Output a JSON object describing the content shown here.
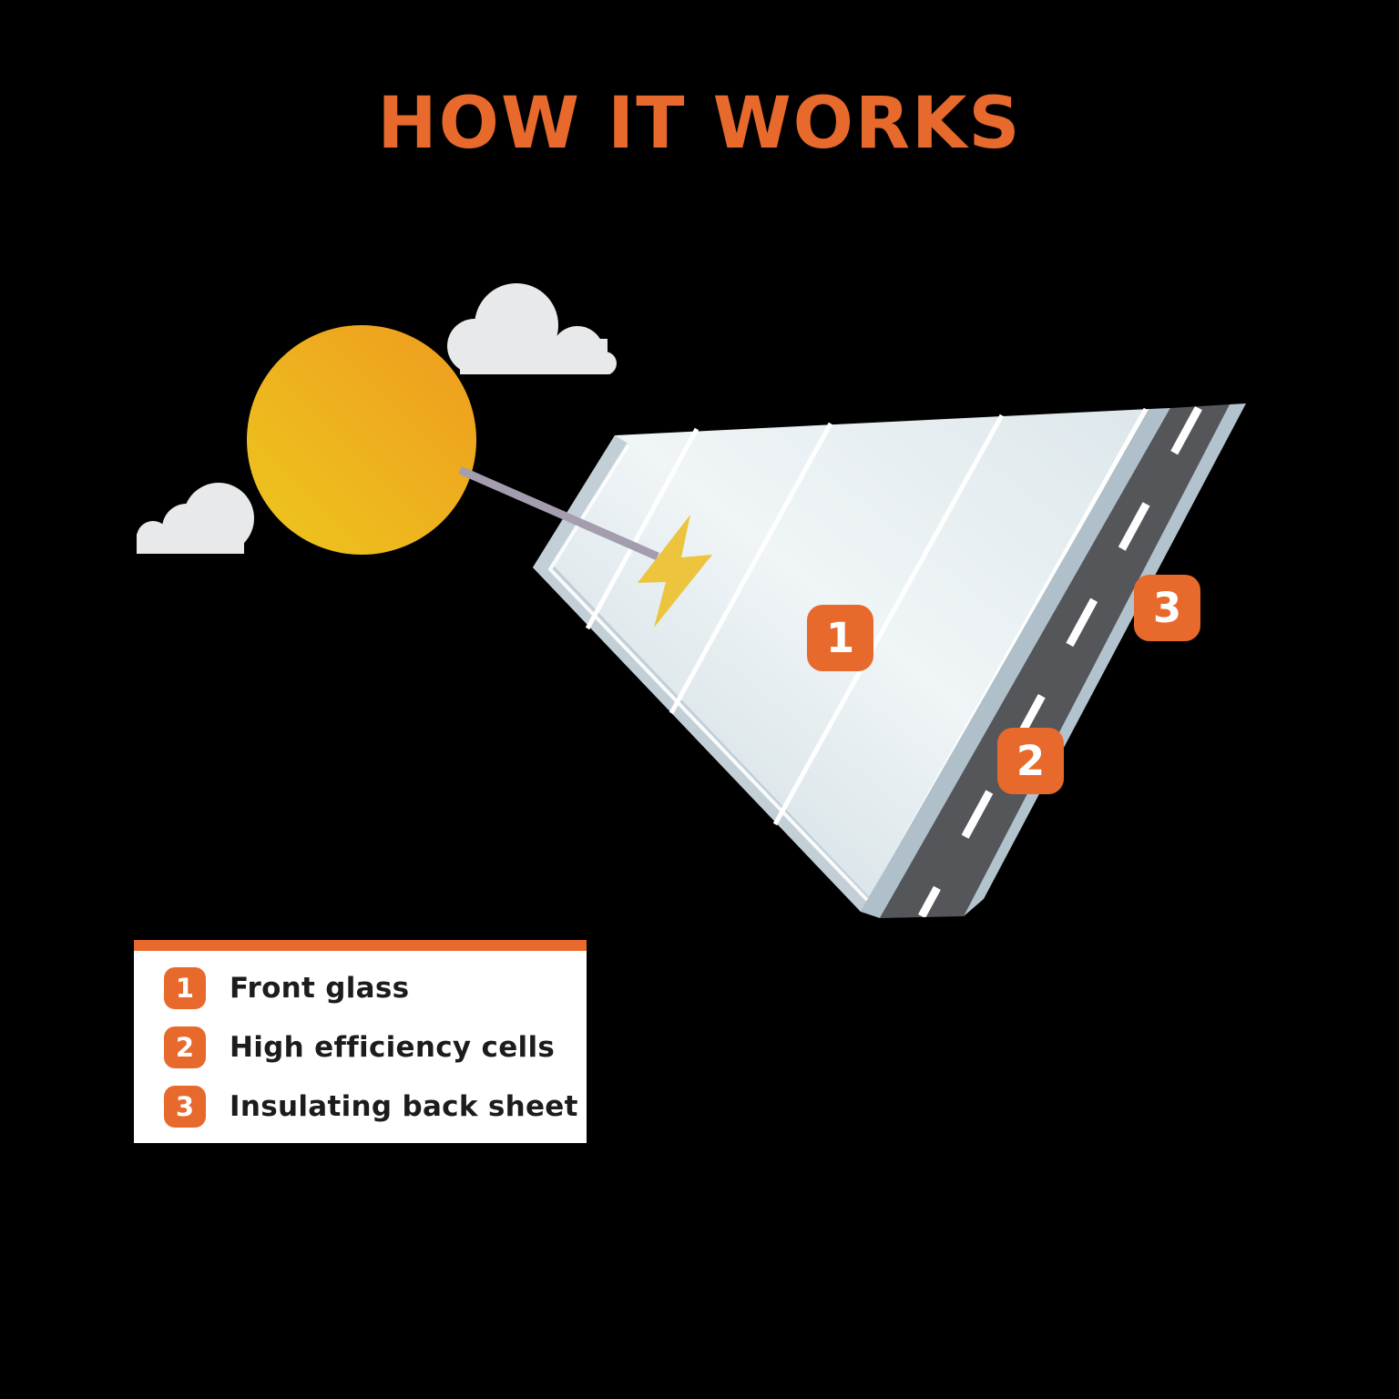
{
  "page": {
    "background": "#000000"
  },
  "title": {
    "text": "HOW IT WORKS",
    "color": "#E8692C"
  },
  "markers": [
    {
      "number": "1",
      "label": "Front glass"
    },
    {
      "number": "2",
      "label": "High efficiency cells"
    },
    {
      "number": "3",
      "label": "Insulating back sheet"
    }
  ],
  "legend": {
    "background": "#FFFFFF",
    "text_color": "#1C1C1C",
    "accent_bar_color": "#E8692C"
  },
  "colors": {
    "accent": "#E8692C",
    "sun_orange": "#EE9B1E",
    "sun_yellow": "#EDC71D",
    "cloud": "#E7E9EB",
    "sun_ray": "#A49DAE",
    "lightning_bolt": "#ECC43D",
    "glass_dark": "#C7D6DC",
    "glass_light": "#F0F5F7",
    "glass_tint": "#DDE7EB",
    "panel_edge_shade": "#C2CFD7",
    "cell_line": "#FFFFFF",
    "cells_strip": "#AFC0CB",
    "back_sheet_road": "#55565A",
    "road_dash": "#FFFFFF",
    "back_sheet_edge": "#B3C3CE"
  }
}
